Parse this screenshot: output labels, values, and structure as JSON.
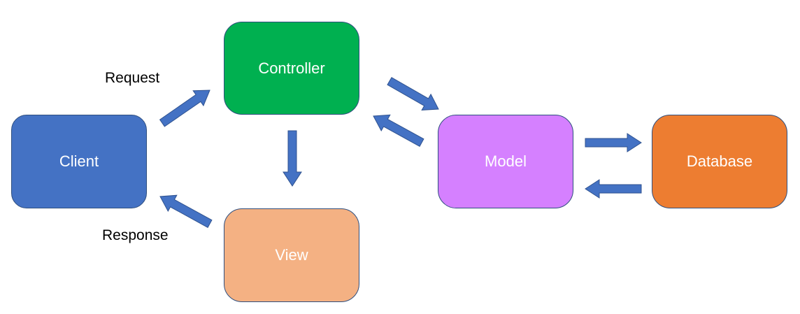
{
  "diagram": {
    "nodes": [
      {
        "id": "client",
        "label": "Client",
        "fill": "#4472C4"
      },
      {
        "id": "controller",
        "label": "Controller",
        "fill": "#00B050"
      },
      {
        "id": "view",
        "label": "View",
        "fill": "#F4B183"
      },
      {
        "id": "model",
        "label": "Model",
        "fill": "#D580FF"
      },
      {
        "id": "database",
        "label": "Database",
        "fill": "#ED7D31"
      }
    ],
    "edge_labels": {
      "request": "Request",
      "response": "Response"
    },
    "edges": [
      {
        "from": "client",
        "to": "controller",
        "label": "Request"
      },
      {
        "from": "controller",
        "to": "view"
      },
      {
        "from": "view",
        "to": "client",
        "label": "Response"
      },
      {
        "from": "controller",
        "to": "model"
      },
      {
        "from": "model",
        "to": "controller"
      },
      {
        "from": "model",
        "to": "database"
      },
      {
        "from": "database",
        "to": "model"
      }
    ],
    "arrow_color": "#4472C4"
  }
}
